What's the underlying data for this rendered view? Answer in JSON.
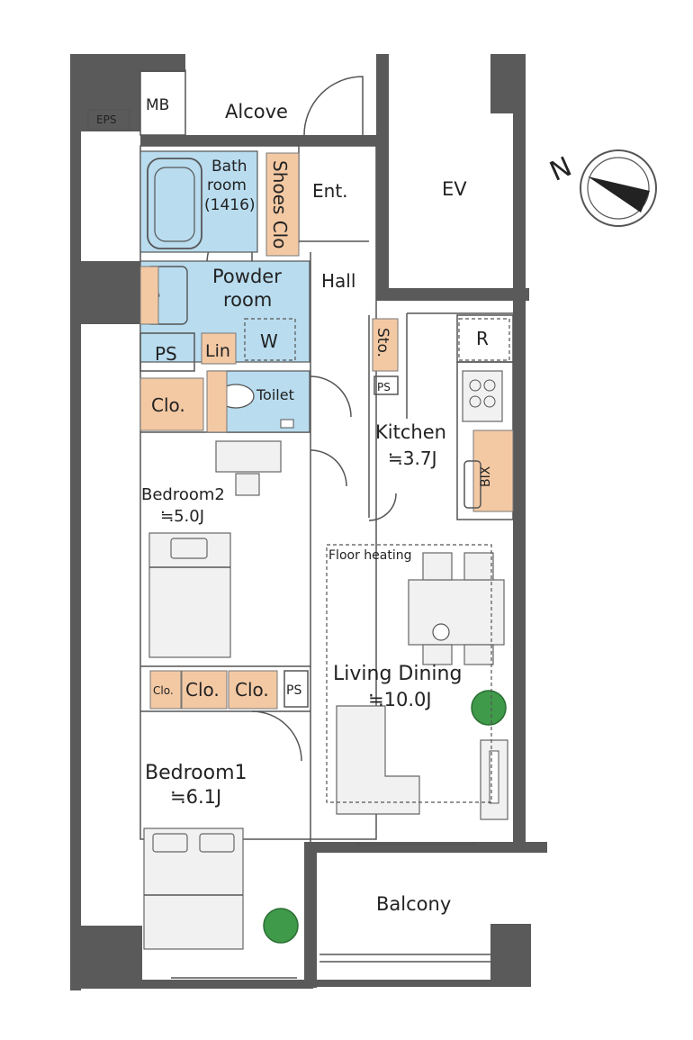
{
  "rooms": {
    "mb": "MB",
    "eps": "EPS",
    "alcove": "Alcove",
    "bath_line1": "Bath",
    "bath_line2": "room",
    "bath_line3": "(1416)",
    "shoes_clo": "Shoes Clo",
    "entrance": "Ent.",
    "ev": "EV",
    "powder_line1": "Powder",
    "powder_line2": "room",
    "hall": "Hall",
    "ps_left": "PS",
    "lin": "Lin",
    "washer": "W",
    "storage": "Sto.",
    "refrigerator": "R",
    "ps_kitchen": "PS",
    "clo_bed2": "Clo.",
    "toilet": "Toilet",
    "kitchen": "Kitchen",
    "kitchen_size": "≒3.7J",
    "bix": "BIX",
    "bed2": "Bedroom2",
    "bed2_size": "≒5.0J",
    "floor_heating": "Floor heating",
    "clo_small": "Clo.",
    "clo_a": "Clo.",
    "clo_b": "Clo.",
    "ps_mid": "PS",
    "living": "Living Dining",
    "living_size": "≒10.0J",
    "bed1": "Bedroom1",
    "bed1_size": "≒6.1J",
    "balcony": "Balcony"
  },
  "compass": {
    "label": "N"
  },
  "colors": {
    "wall": "#5a5a5a",
    "wet_area": "#b9dcef",
    "storage": "#f3c9a4",
    "plant": "#3f9a4a"
  }
}
